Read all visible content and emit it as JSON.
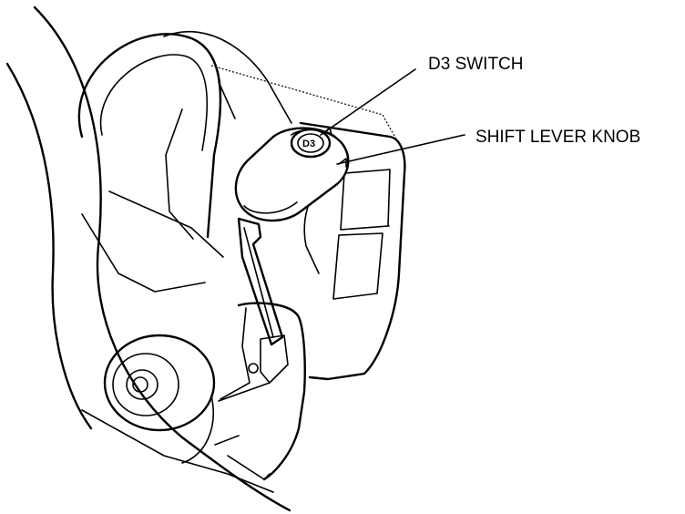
{
  "labels": {
    "d3_switch": "D3 SWITCH",
    "shift_lever_knob": "SHIFT LEVER KNOB",
    "knob_marking": "D3"
  }
}
